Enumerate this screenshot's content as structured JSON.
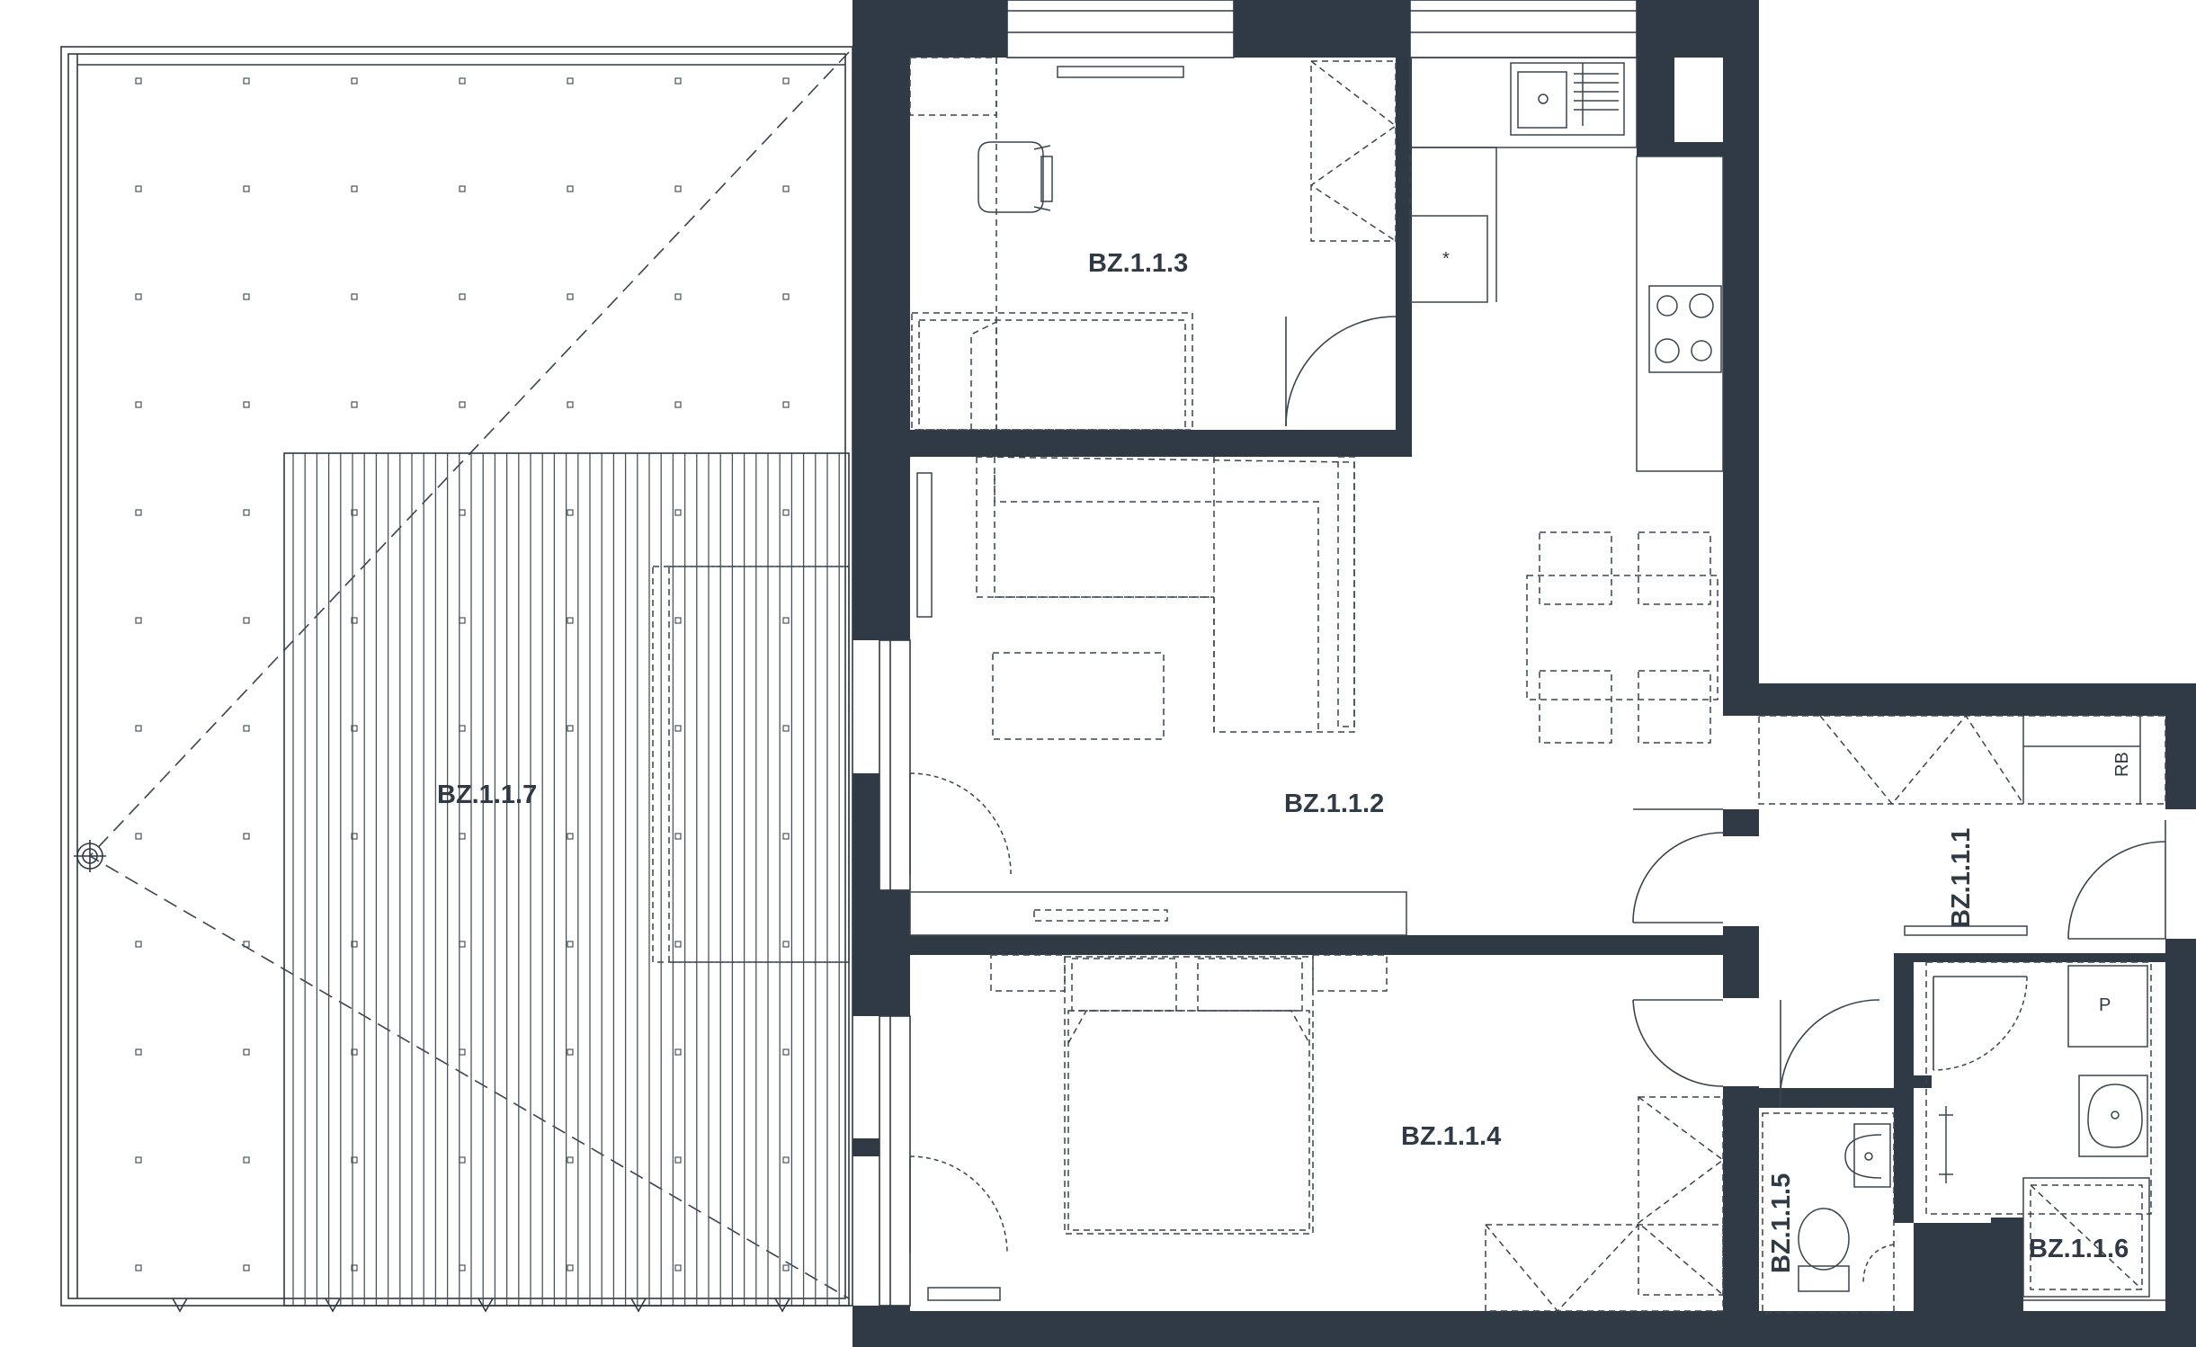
{
  "rooms": {
    "r113": "BZ.1.1.3",
    "r117": "BZ.1.1.7",
    "r112": "BZ.1.1.2",
    "r111": "BZ.1.1.1",
    "r114": "BZ.1.1.4",
    "r115": "BZ.1.1.5",
    "r116": "BZ.1.1.6"
  },
  "marks": {
    "rb": "RB",
    "p": "P",
    "fridge": "*"
  },
  "colors": {
    "wall": "#2f3a45",
    "line": "#3a444e",
    "background": "#ffffff"
  }
}
